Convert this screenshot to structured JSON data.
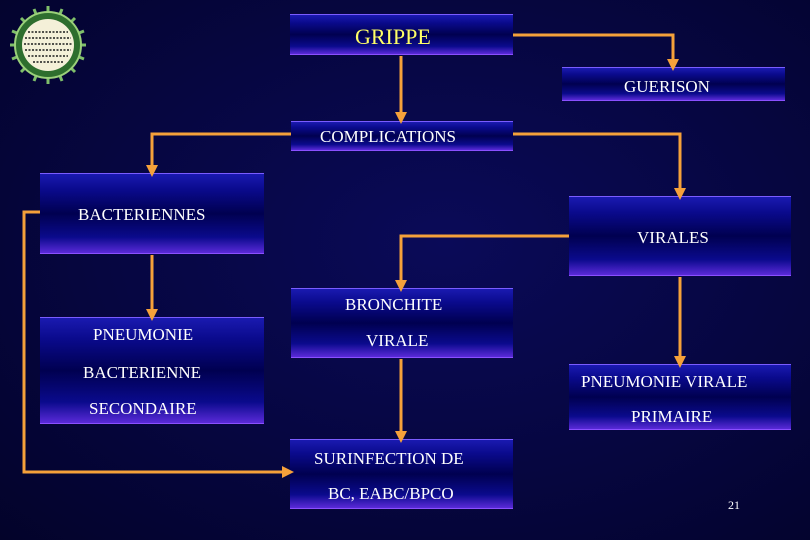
{
  "nodes": {
    "grippe": "GRIPPE",
    "guerison": "GUERISON",
    "complications": "COMPLICATIONS",
    "bacteriennes": "BACTERIENNES",
    "virales": "VIRALES",
    "bronchite_l1": "BRONCHITE",
    "bronchite_l2": "VIRALE",
    "pneumonie_bact_l1": "PNEUMONIE",
    "pneumonie_bact_l2": "BACTERIENNE",
    "pneumonie_bact_l3": "SECONDAIRE",
    "pneumonie_virale_l1": "PNEUMONIE VIRALE",
    "pneumonie_virale_l2": "PRIMAIRE",
    "surinfection_l1": "SURINFECTION DE",
    "surinfection_l2": "BC, EABC/BPCO"
  },
  "page_number": "21",
  "colors": {
    "background": "#060640",
    "box": "#0a0a8c",
    "arrow": "#f5a13a",
    "text": "#ffffff",
    "title_text": "#ffff66"
  },
  "icons": {
    "logo": "virus-icon"
  }
}
